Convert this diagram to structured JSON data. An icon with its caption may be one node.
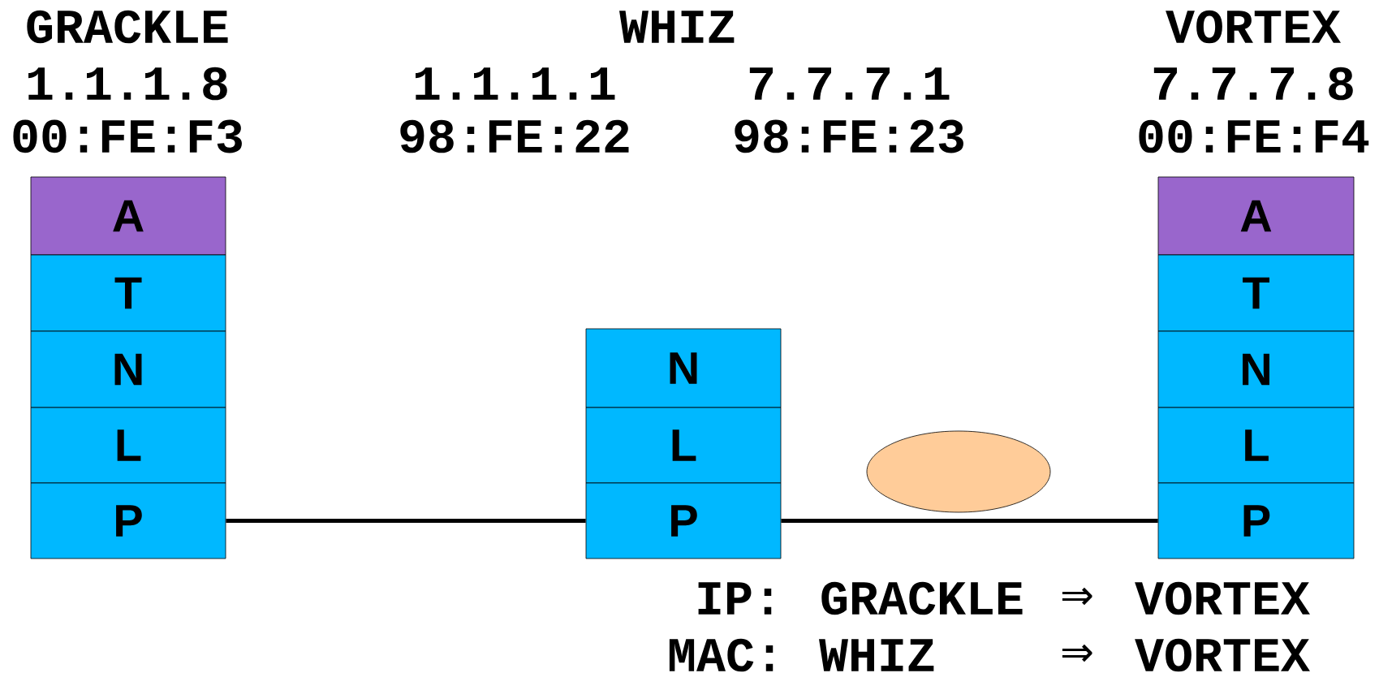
{
  "diagram": {
    "nodes": [
      {
        "text": [
          "A"
        ]
      },
      {
        "text": [
          "T"
        ]
      },
      {
        "text": [
          "N"
        ]
      },
      {
        "text": [
          "L"
        ]
      },
      {
        "text": [
          "P"
        ]
      },
      {
        "text": [
          "N"
        ]
      },
      {
        "text": [
          "L"
        ]
      },
      {
        "text": [
          "P"
        ]
      },
      {
        "text": [],
        "shape": "ellipse"
      },
      {
        "text": [
          "A"
        ]
      },
      {
        "text": [
          "T"
        ]
      },
      {
        "text": [
          "N"
        ]
      },
      {
        "text": [
          "L"
        ]
      },
      {
        "text": [
          "P"
        ]
      }
    ],
    "edges": [
      {
        "from": 4,
        "to": 7,
        "arrow": "none"
      },
      {
        "from": 7,
        "to": 13,
        "arrow": "none"
      }
    ],
    "labels": [
      "GRACKLE",
      "WHIZ",
      "VORTEX",
      "1.1.1.8",
      "1.1.1.1",
      "7.7.7.1",
      "7.7.7.8",
      "00:FE:F3",
      "98:FE:22",
      "98:FE:23",
      "00:FE:F4",
      "IP:",
      "GRACKLE",
      "⇒",
      "VORTEX",
      "MAC:",
      "WHIZ",
      "⇒",
      "VORTEX"
    ]
  }
}
